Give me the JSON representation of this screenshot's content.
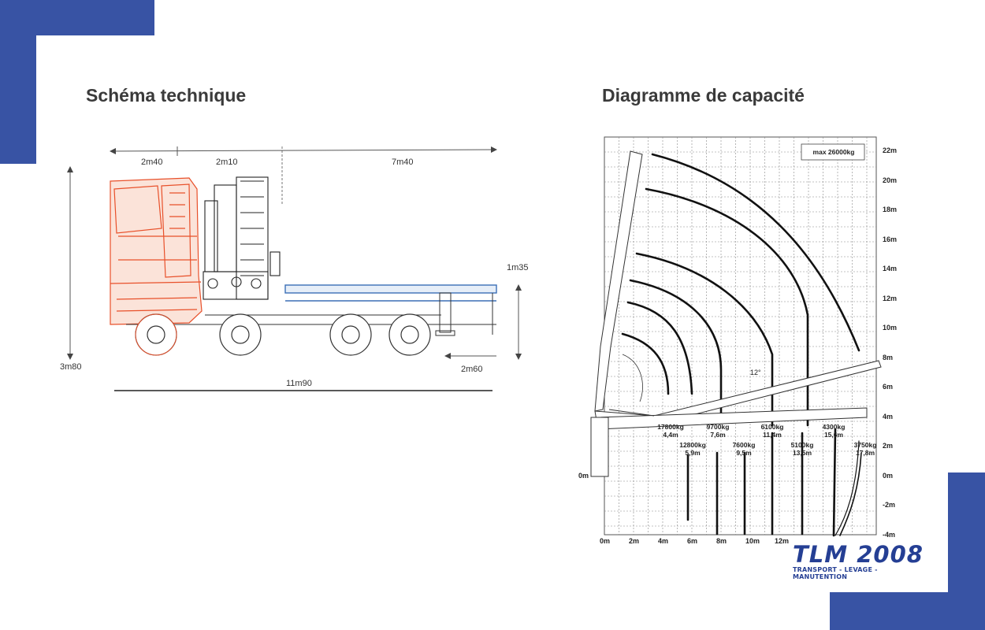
{
  "schema": {
    "title": "Schéma technique",
    "dims": {
      "cab_length": "2m40",
      "crane_length": "2m10",
      "deck_length": "7m40",
      "total_length": "11m90",
      "height": "3m80",
      "deck_height": "1m35",
      "rear_overhang": "2m60"
    }
  },
  "capacity": {
    "title": "Diagramme de capacité",
    "max_label": "max 26000kg",
    "angle_label": "12°",
    "y_ticks": [
      "22m",
      "20m",
      "18m",
      "16m",
      "14m",
      "12m",
      "10m",
      "8m",
      "6m",
      "4m",
      "2m",
      "0m",
      "-2m",
      "-4m"
    ],
    "x_ticks": [
      "0m",
      "2m",
      "4m",
      "6m",
      "8m",
      "10m",
      "12m"
    ],
    "zero_label": "0m",
    "loads": [
      {
        "load": "17800kg",
        "reach": "4,4m"
      },
      {
        "load": "12800kg",
        "reach": "5,9m"
      },
      {
        "load": "9700kg",
        "reach": "7,6m"
      },
      {
        "load": "7600kg",
        "reach": "9,5m"
      },
      {
        "load": "6100kg",
        "reach": "11,4m"
      },
      {
        "load": "5100kg",
        "reach": "13,5m"
      },
      {
        "load": "4300kg",
        "reach": "15,6m"
      },
      {
        "load": "3750kg",
        "reach": "17,8m"
      }
    ]
  },
  "logo": {
    "name": "TLM 2008",
    "tagline": "TRANSPORT - LEVAGE - MANUTENTION"
  },
  "colors": {
    "accent": "#3853a4",
    "cab": "#e8502a",
    "deck": "#3b6fb6"
  }
}
